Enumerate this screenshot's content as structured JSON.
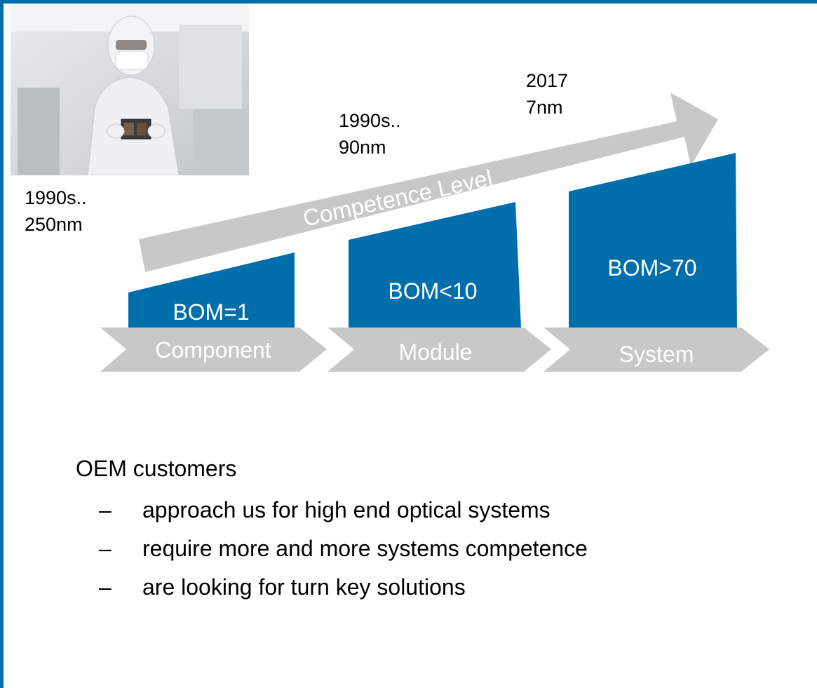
{
  "colors": {
    "frame": "#006eab",
    "bom_box": "#006eab",
    "gray": "#c8c8c8",
    "text": "#000000",
    "white": "#ffffff"
  },
  "photo": {
    "name": "cleanroom-worker-photo"
  },
  "milestones": [
    {
      "line1": "1990s..",
      "line2": "250nm"
    },
    {
      "line1": "1990s..",
      "line2": "90nm"
    },
    {
      "line1": "2017",
      "line2": "7nm"
    }
  ],
  "arrow_label": "Competence Level",
  "bom_labels": [
    "BOM=1",
    "BOM<10",
    "BOM>70"
  ],
  "stages": [
    "Component",
    "Module",
    "System"
  ],
  "bullets": {
    "heading": "OEM customers",
    "items": [
      "approach us for high end optical systems",
      "require more and more systems competence",
      "are looking for turn key solutions"
    ]
  }
}
